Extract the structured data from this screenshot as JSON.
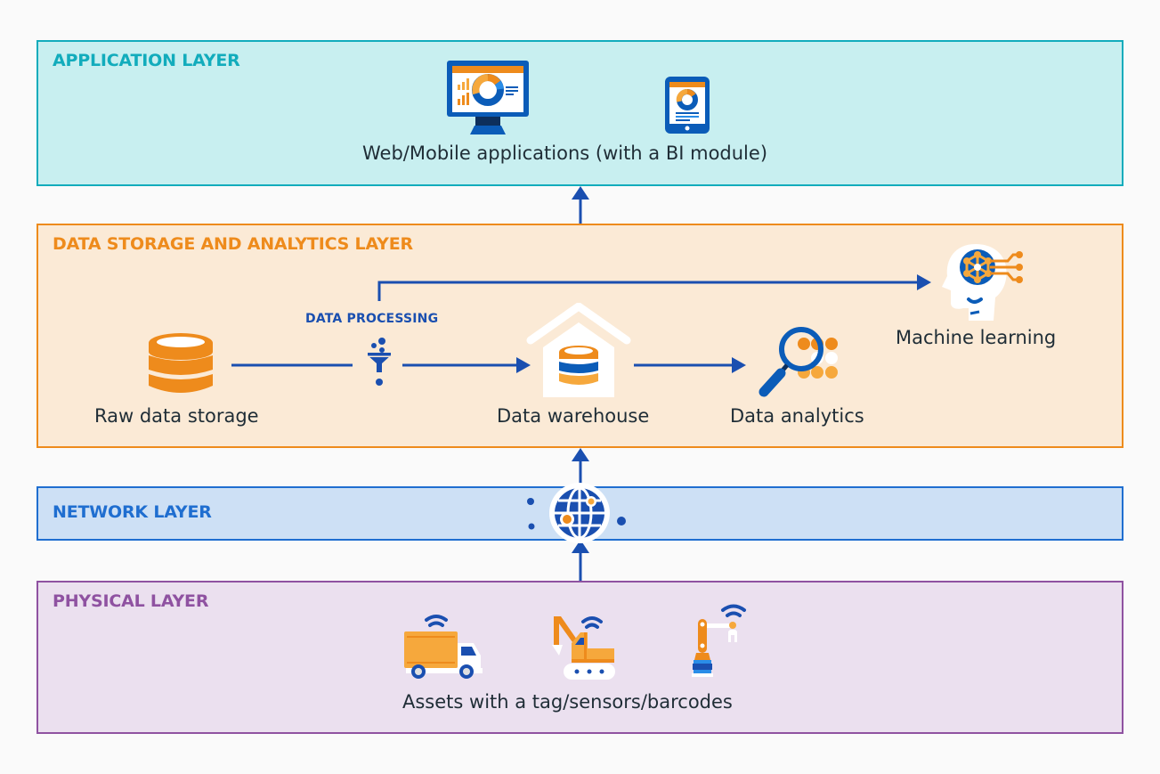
{
  "diagram": {
    "colors": {
      "application": "#12acbc",
      "storage": "#ee8b1c",
      "network": "#1f6ed0",
      "physical": "#8f52a1",
      "arrow": "#1a4fb0"
    },
    "layers": {
      "application": {
        "title": "APPLICATION LAYER",
        "caption": "Web/Mobile applications (with a BI module)",
        "icons": [
          "desktop-dashboard-icon",
          "tablet-dashboard-icon"
        ]
      },
      "storage": {
        "title": "DATA STORAGE AND ANALYTICS LAYER",
        "processing_label": "DATA PROCESSING",
        "nodes": {
          "raw": "Raw data storage",
          "warehouse": "Data warehouse",
          "analytics": "Data analytics",
          "ml": "Machine learning"
        }
      },
      "network": {
        "title": "NETWORK LAYER",
        "icon": "globe-network-icon"
      },
      "physical": {
        "title": "PHYSICAL LAYER",
        "caption": "Assets with a tag/sensors/barcodes",
        "icons": [
          "truck-icon",
          "excavator-icon",
          "robotic-arm-icon"
        ]
      }
    },
    "flows": [
      {
        "from": "Raw data storage",
        "to": "Data processing"
      },
      {
        "from": "Data processing",
        "to": "Data warehouse"
      },
      {
        "from": "Data processing",
        "to": "Machine learning"
      },
      {
        "from": "Data warehouse",
        "to": "Data analytics"
      },
      {
        "from": "Physical layer",
        "to": "Network layer"
      },
      {
        "from": "Network layer",
        "to": "Data storage and analytics layer"
      },
      {
        "from": "Data storage and analytics layer",
        "to": "Application layer"
      }
    ]
  }
}
